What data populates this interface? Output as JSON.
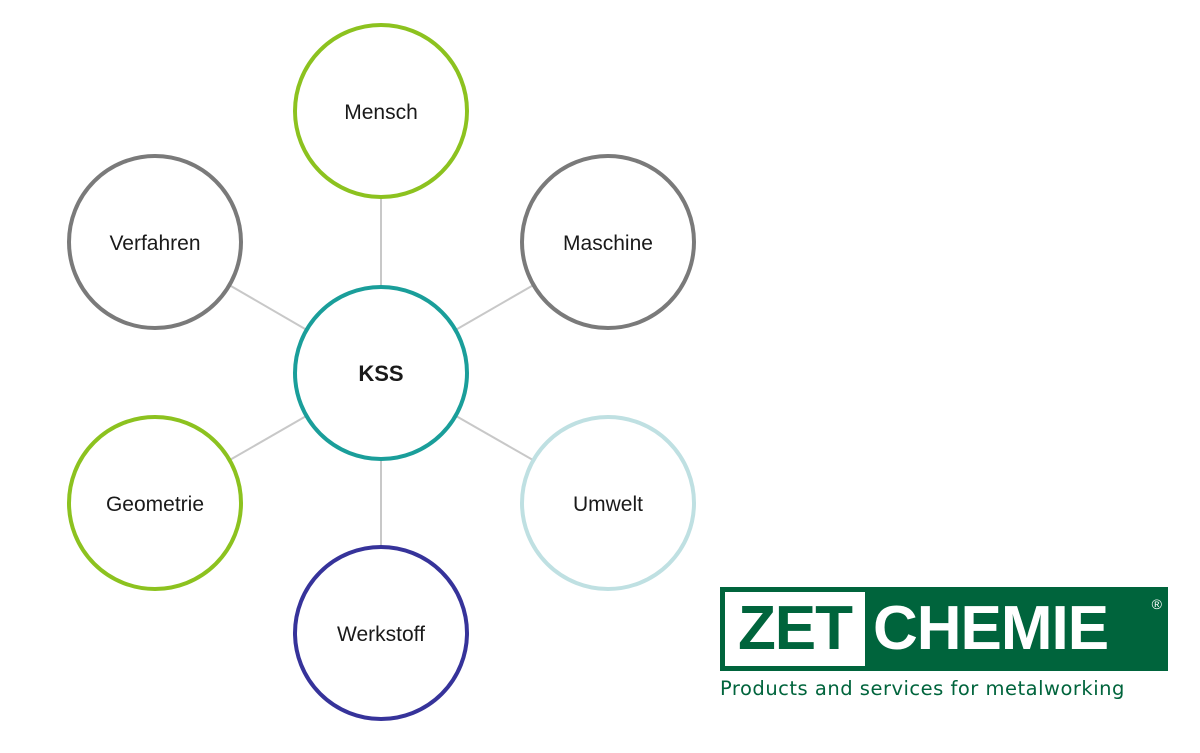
{
  "diagram": {
    "center": {
      "label": "KSS",
      "color": "#1a9e9a"
    },
    "nodes": [
      {
        "id": "mensch",
        "label": "Mensch",
        "color": "#8cc21f"
      },
      {
        "id": "maschine",
        "label": "Maschine",
        "color": "#7a7a7a"
      },
      {
        "id": "umwelt",
        "label": "Umwelt",
        "color": "#bfe0e2"
      },
      {
        "id": "werkstoff",
        "label": "Werkstoff",
        "color": "#36339a"
      },
      {
        "id": "geometrie",
        "label": "Geometrie",
        "color": "#8cc21f"
      },
      {
        "id": "verfahren",
        "label": "Verfahren",
        "color": "#7a7a7a"
      }
    ]
  },
  "logo": {
    "word_left": "ZET",
    "word_right": "CHEMIE",
    "registered": "®",
    "tagline": "Products and services for metalworking",
    "color": "#00643c"
  }
}
